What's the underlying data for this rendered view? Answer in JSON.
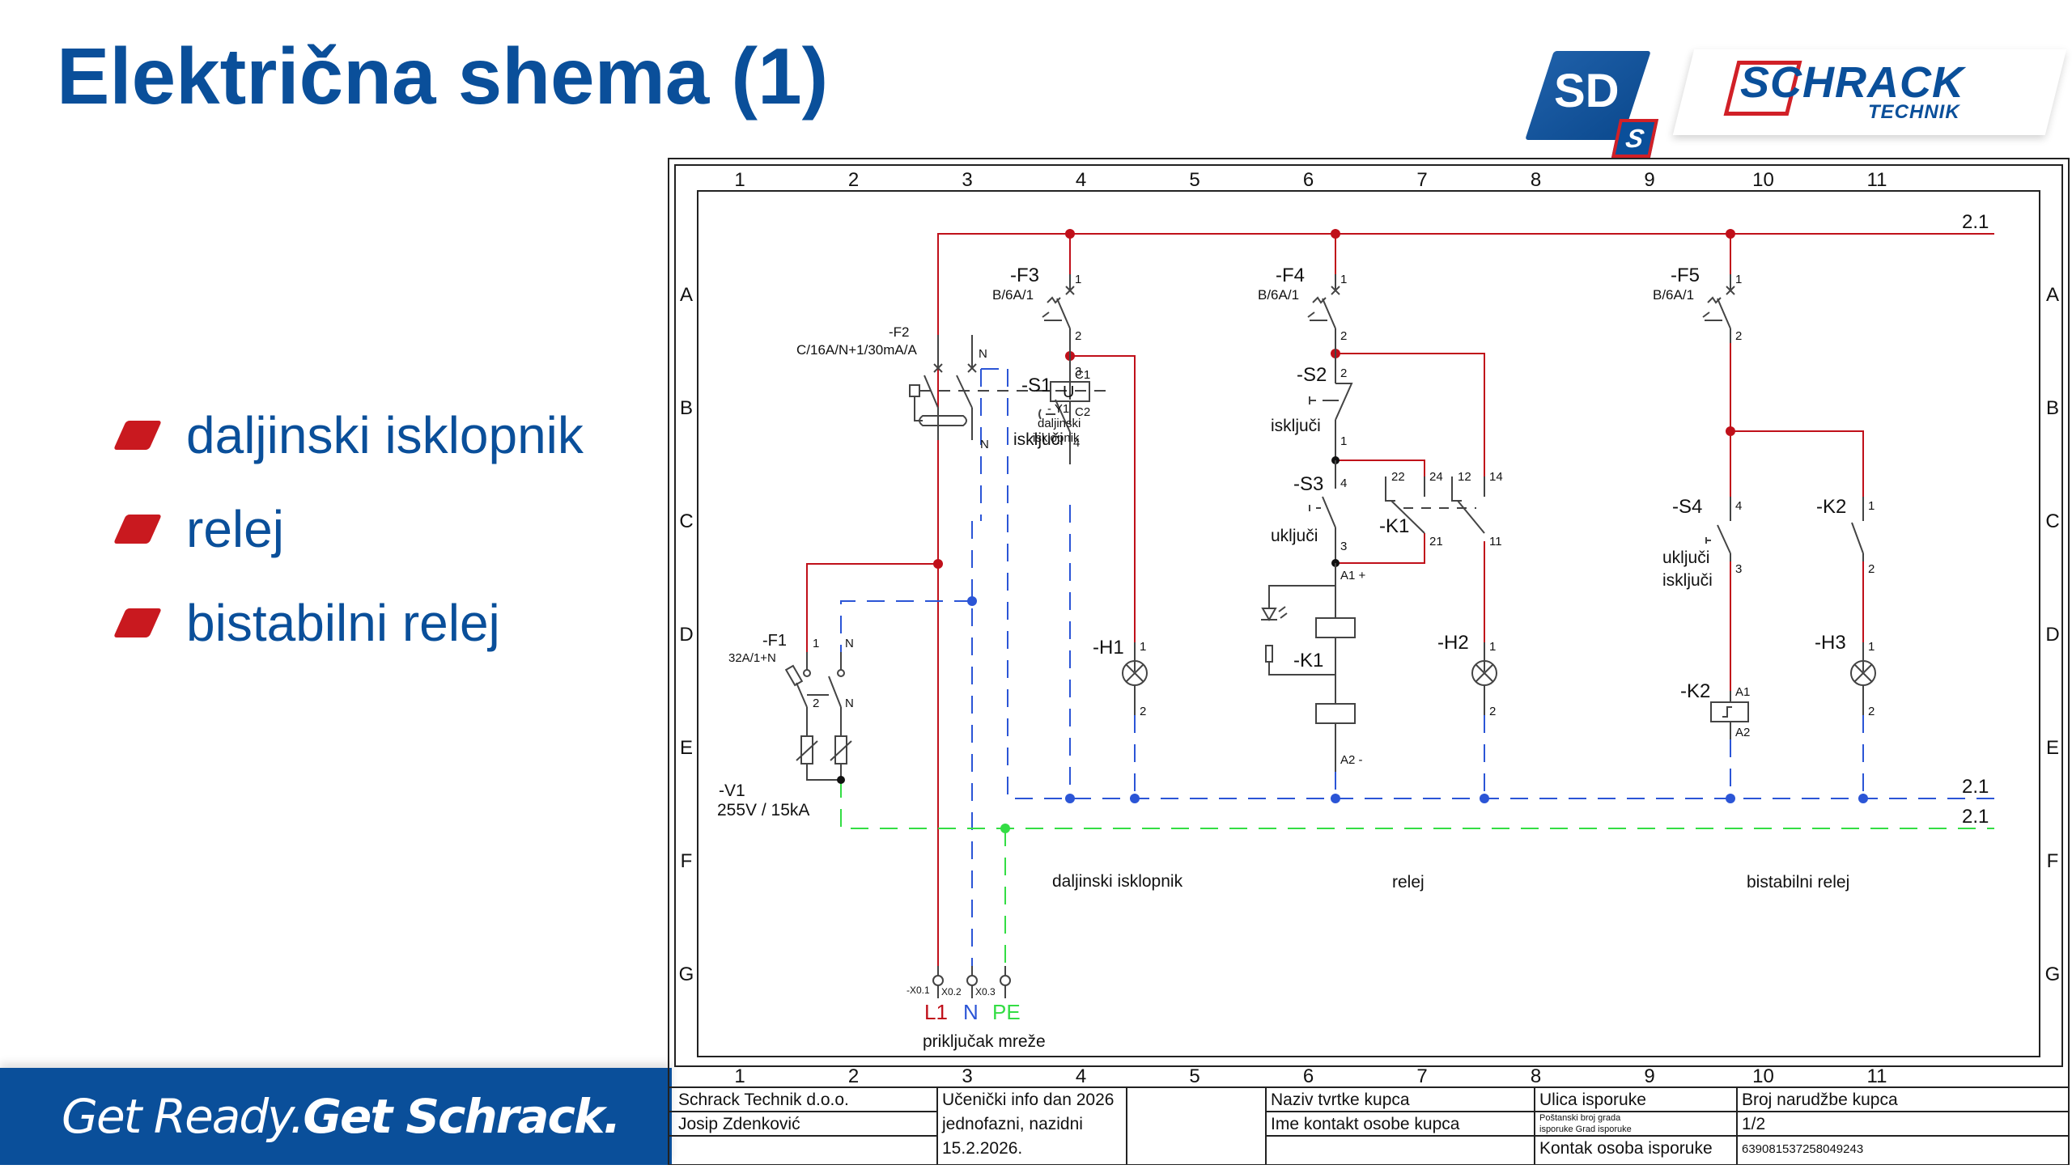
{
  "slide": {
    "title": "Električna shema (1)",
    "bullets": [
      "daljinski isklopnik",
      "relej",
      "bistabilni relej"
    ],
    "slogan_light": "Get Ready.",
    "slogan_bold": "Get Schrack.",
    "colors": {
      "brand_blue": "#0a4f9a",
      "brand_red": "#c9191f"
    }
  },
  "logos": {
    "sd": "SD",
    "sd_badge": "S",
    "schrack": "SCHRACK",
    "technik": "TECHNIK"
  },
  "schematic": {
    "columns": [
      "1",
      "2",
      "3",
      "4",
      "5",
      "6",
      "7",
      "8",
      "9",
      "10",
      "11"
    ],
    "rows": [
      "A",
      "B",
      "C",
      "D",
      "E",
      "F",
      "G"
    ],
    "references": {
      "l1_ref": "2.1",
      "n_ref": "2.1",
      "pe_ref": "2.1"
    },
    "wire_colors": {
      "L1": "#c0101a",
      "N": "#2b55d6",
      "PE": "#33dd44",
      "internal": "#444444"
    },
    "components": {
      "F1": {
        "tag": "-F1",
        "rating": "32A/1+N",
        "pins": [
          "1",
          "N",
          "2",
          "N"
        ]
      },
      "F2": {
        "tag": "-F2",
        "rating": "C/16A/N+1/30mA/A",
        "pins": [
          "N",
          "N"
        ]
      },
      "F3": {
        "tag": "-F3",
        "rating": "B/6A/1",
        "pins": [
          "1",
          "2"
        ]
      },
      "F4": {
        "tag": "-F4",
        "rating": "B/6A/1",
        "pins": [
          "1",
          "2"
        ]
      },
      "F5": {
        "tag": "-F5",
        "rating": "B/6A/1",
        "pins": [
          "1",
          "2"
        ]
      },
      "S1": {
        "tag": "-S1",
        "label": "isključi",
        "pins": [
          "3",
          "4"
        ]
      },
      "Y1": {
        "tag": "- Y1",
        "label1": "daljinski",
        "label2": "isklopnik",
        "coil": "U",
        "pins": [
          "C1",
          "C2"
        ]
      },
      "S2": {
        "tag": "-S2",
        "label": "isključi",
        "pins": [
          "2",
          "1"
        ]
      },
      "S3": {
        "tag": "-S3",
        "label": "uključi",
        "pins": [
          "4",
          "3"
        ]
      },
      "K1": {
        "tag": "-K1",
        "pins": [
          "22",
          "24",
          "21",
          "12",
          "14",
          "11",
          "A1 +",
          "A2 -"
        ]
      },
      "S4": {
        "tag": "-S4",
        "label1": "uključi",
        "label2": "isključi",
        "pins": [
          "4",
          "3"
        ]
      },
      "K2": {
        "tag": "-K2",
        "pins": [
          "1",
          "2",
          "A1",
          "A2"
        ]
      },
      "H1": {
        "tag": "-H1",
        "pins": [
          "1",
          "2"
        ]
      },
      "H2": {
        "tag": "-H2",
        "pins": [
          "1",
          "2"
        ]
      },
      "H3": {
        "tag": "-H3",
        "pins": [
          "1",
          "2"
        ]
      },
      "V1": {
        "tag": "-V1",
        "rating": "255V / 15kA"
      },
      "X0": {
        "t1": "-X0.1",
        "t2": "X0.2",
        "t3": "X0.3"
      }
    },
    "terminals": {
      "l1": "L1",
      "n": "N",
      "pe": "PE",
      "caption": "priključak mreže"
    },
    "section_labels": [
      "daljinski isklopnik",
      "relej",
      "bistabilni relej"
    ]
  },
  "title_block": {
    "company": "Schrack Technik d.o.o.",
    "author": "Josip Zdenković",
    "project": "Učenički info dan 2026",
    "description": "jednofazni, nazidni",
    "date": "15.2.2026.",
    "customer_company": "Naziv tvrtke kupca",
    "customer_contact": "Ime kontakt osobe kupca",
    "delivery_street": "Ulica isporuke",
    "delivery_postal_line1": "Poštanski broj grada",
    "delivery_postal_line2": "isporuke Grad isporuke",
    "delivery_contact": "Kontak osoba isporuke",
    "order_label": "Broj narudžbe kupca",
    "sheet": "1/2",
    "doc_number": "639081537258049243"
  }
}
